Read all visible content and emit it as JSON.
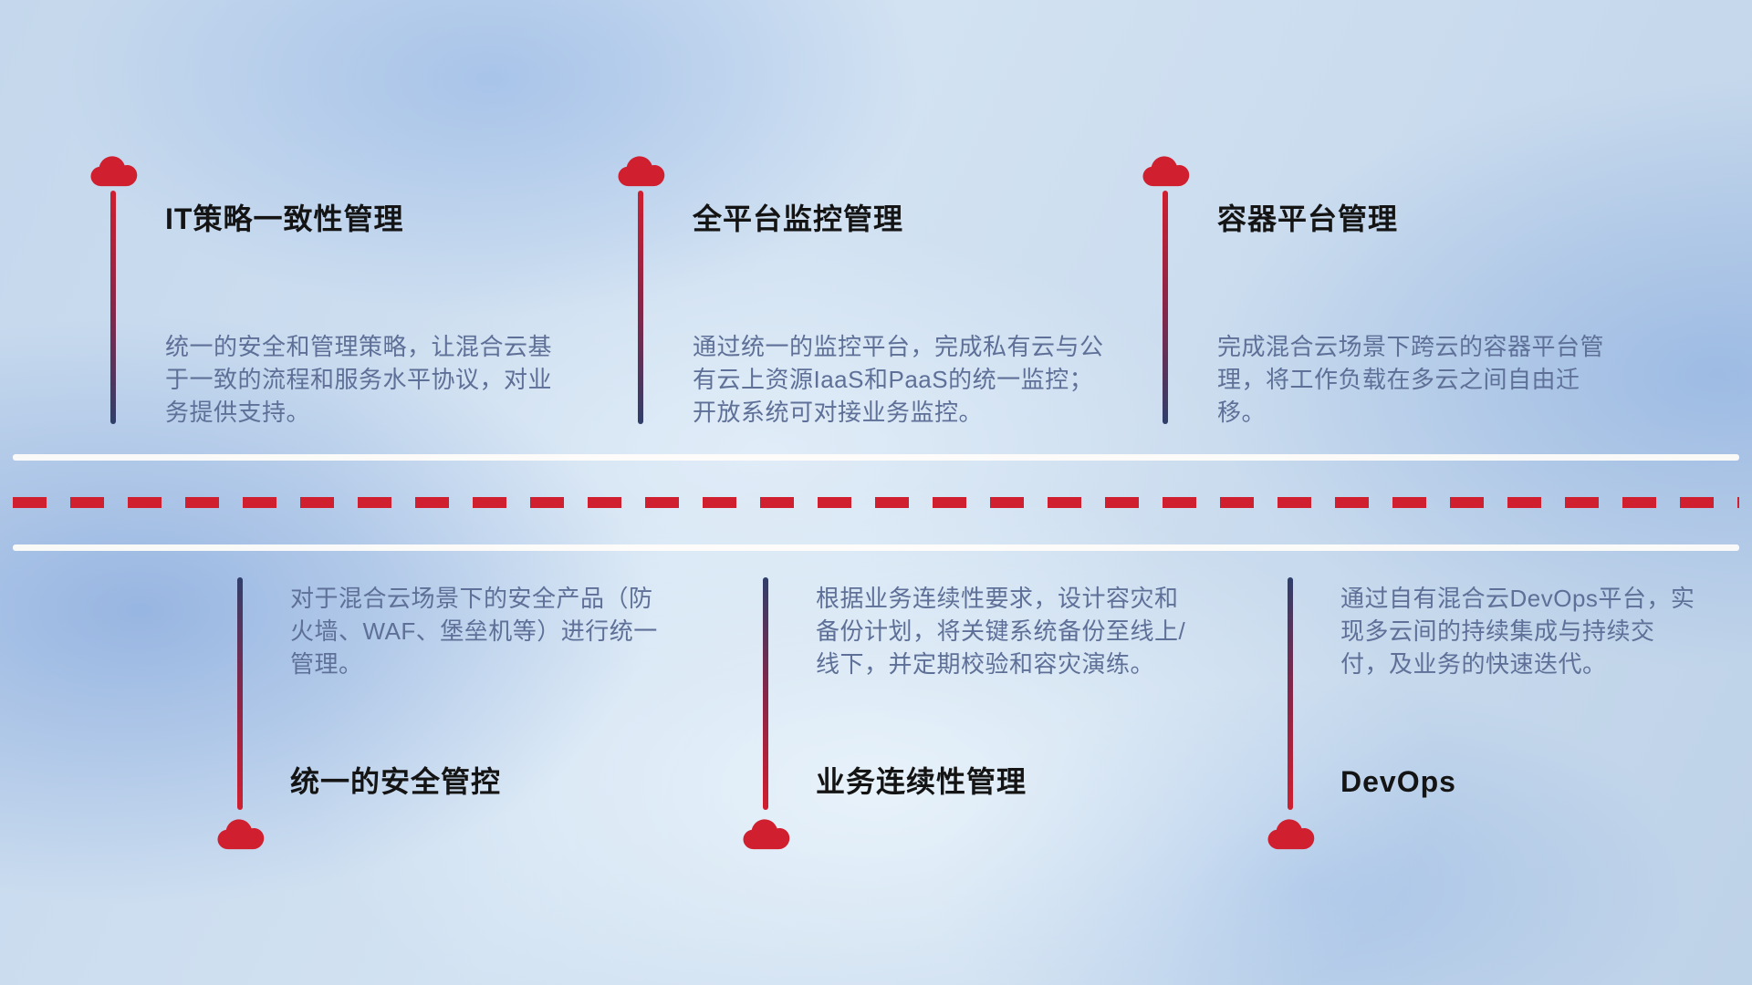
{
  "colors": {
    "accent-red": "#d01f2f",
    "accent-navy": "#2f3f6a",
    "title-color": "#141414",
    "desc-color": "#5e7097",
    "road-white": "#fffdfa"
  },
  "top_items": [
    {
      "title": "IT策略一致性管理",
      "description": "统一的安全和管理策略，让混合云基于一致的流程和服务水平协议，对业务提供支持。"
    },
    {
      "title": "全平台监控管理",
      "description": "通过统一的监控平台，完成私有云与公有云上资源IaaS和PaaS的统一监控；开放系统可对接业务监控。"
    },
    {
      "title": "容器平台管理",
      "description": "完成混合云场景下跨云的容器平台管理，将工作负载在多云之间自由迁移。"
    }
  ],
  "bottom_items": [
    {
      "title": "统一的安全管控",
      "description": "对于混合云场景下的安全产品（防火墙、WAF、堡垒机等）进行统一管理。"
    },
    {
      "title": "业务连续性管理",
      "description": "根据业务连续性要求，设计容灾和备份计划，将关键系统备份至线上/线下，并定期校验和容灾演练。"
    },
    {
      "title": "DevOps",
      "description": "通过自有混合云DevOps平台，实现多云间的持续集成与持续交付，及业务的快速迭代。"
    }
  ]
}
